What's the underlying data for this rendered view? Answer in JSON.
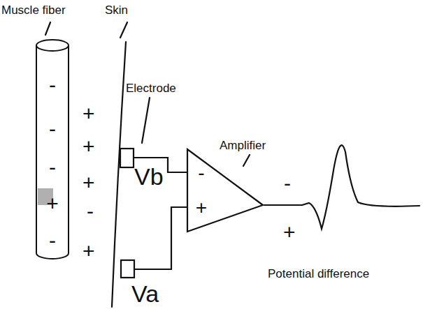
{
  "diagram": {
    "nodes": [
      {
        "text": [
          "-",
          "-",
          "-",
          "+",
          "-"
        ]
      },
      {
        "text": [
          "-",
          "+"
        ]
      }
    ],
    "labels": [
      "Muscle fiber",
      "Skin",
      "+",
      "+",
      "+",
      "-",
      "+",
      "Electrode",
      "Vb",
      "Va",
      "Amplifier",
      "-",
      "+",
      "Potential difference"
    ]
  }
}
